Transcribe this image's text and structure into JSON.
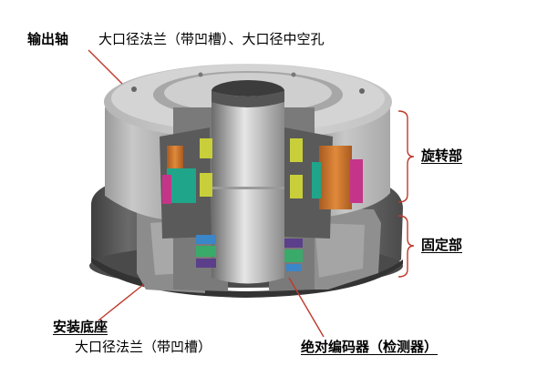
{
  "labels": {
    "output_shaft_title": "输出轴",
    "output_shaft_desc": "大口径法兰（带凹槽）、大口径中空孔",
    "rotating_part": "旋转部",
    "fixed_part": "固定部",
    "base_title": "安装底座",
    "base_desc": "大口径法兰（带凹槽）",
    "encoder": "绝对编码器（检测器）"
  },
  "colors": {
    "annotation_line": "#c0392b",
    "metal_light": "#c9c9c9",
    "metal_dark": "#5e5e5e",
    "coil_orange": "#d07830",
    "magnet_teal": "#1fa58a",
    "magnet_magenta": "#c4358a",
    "bearing_yellow": "#c8cf3a",
    "encoder_purple": "#5b3f8a",
    "encoder_green": "#3aaa6a"
  }
}
